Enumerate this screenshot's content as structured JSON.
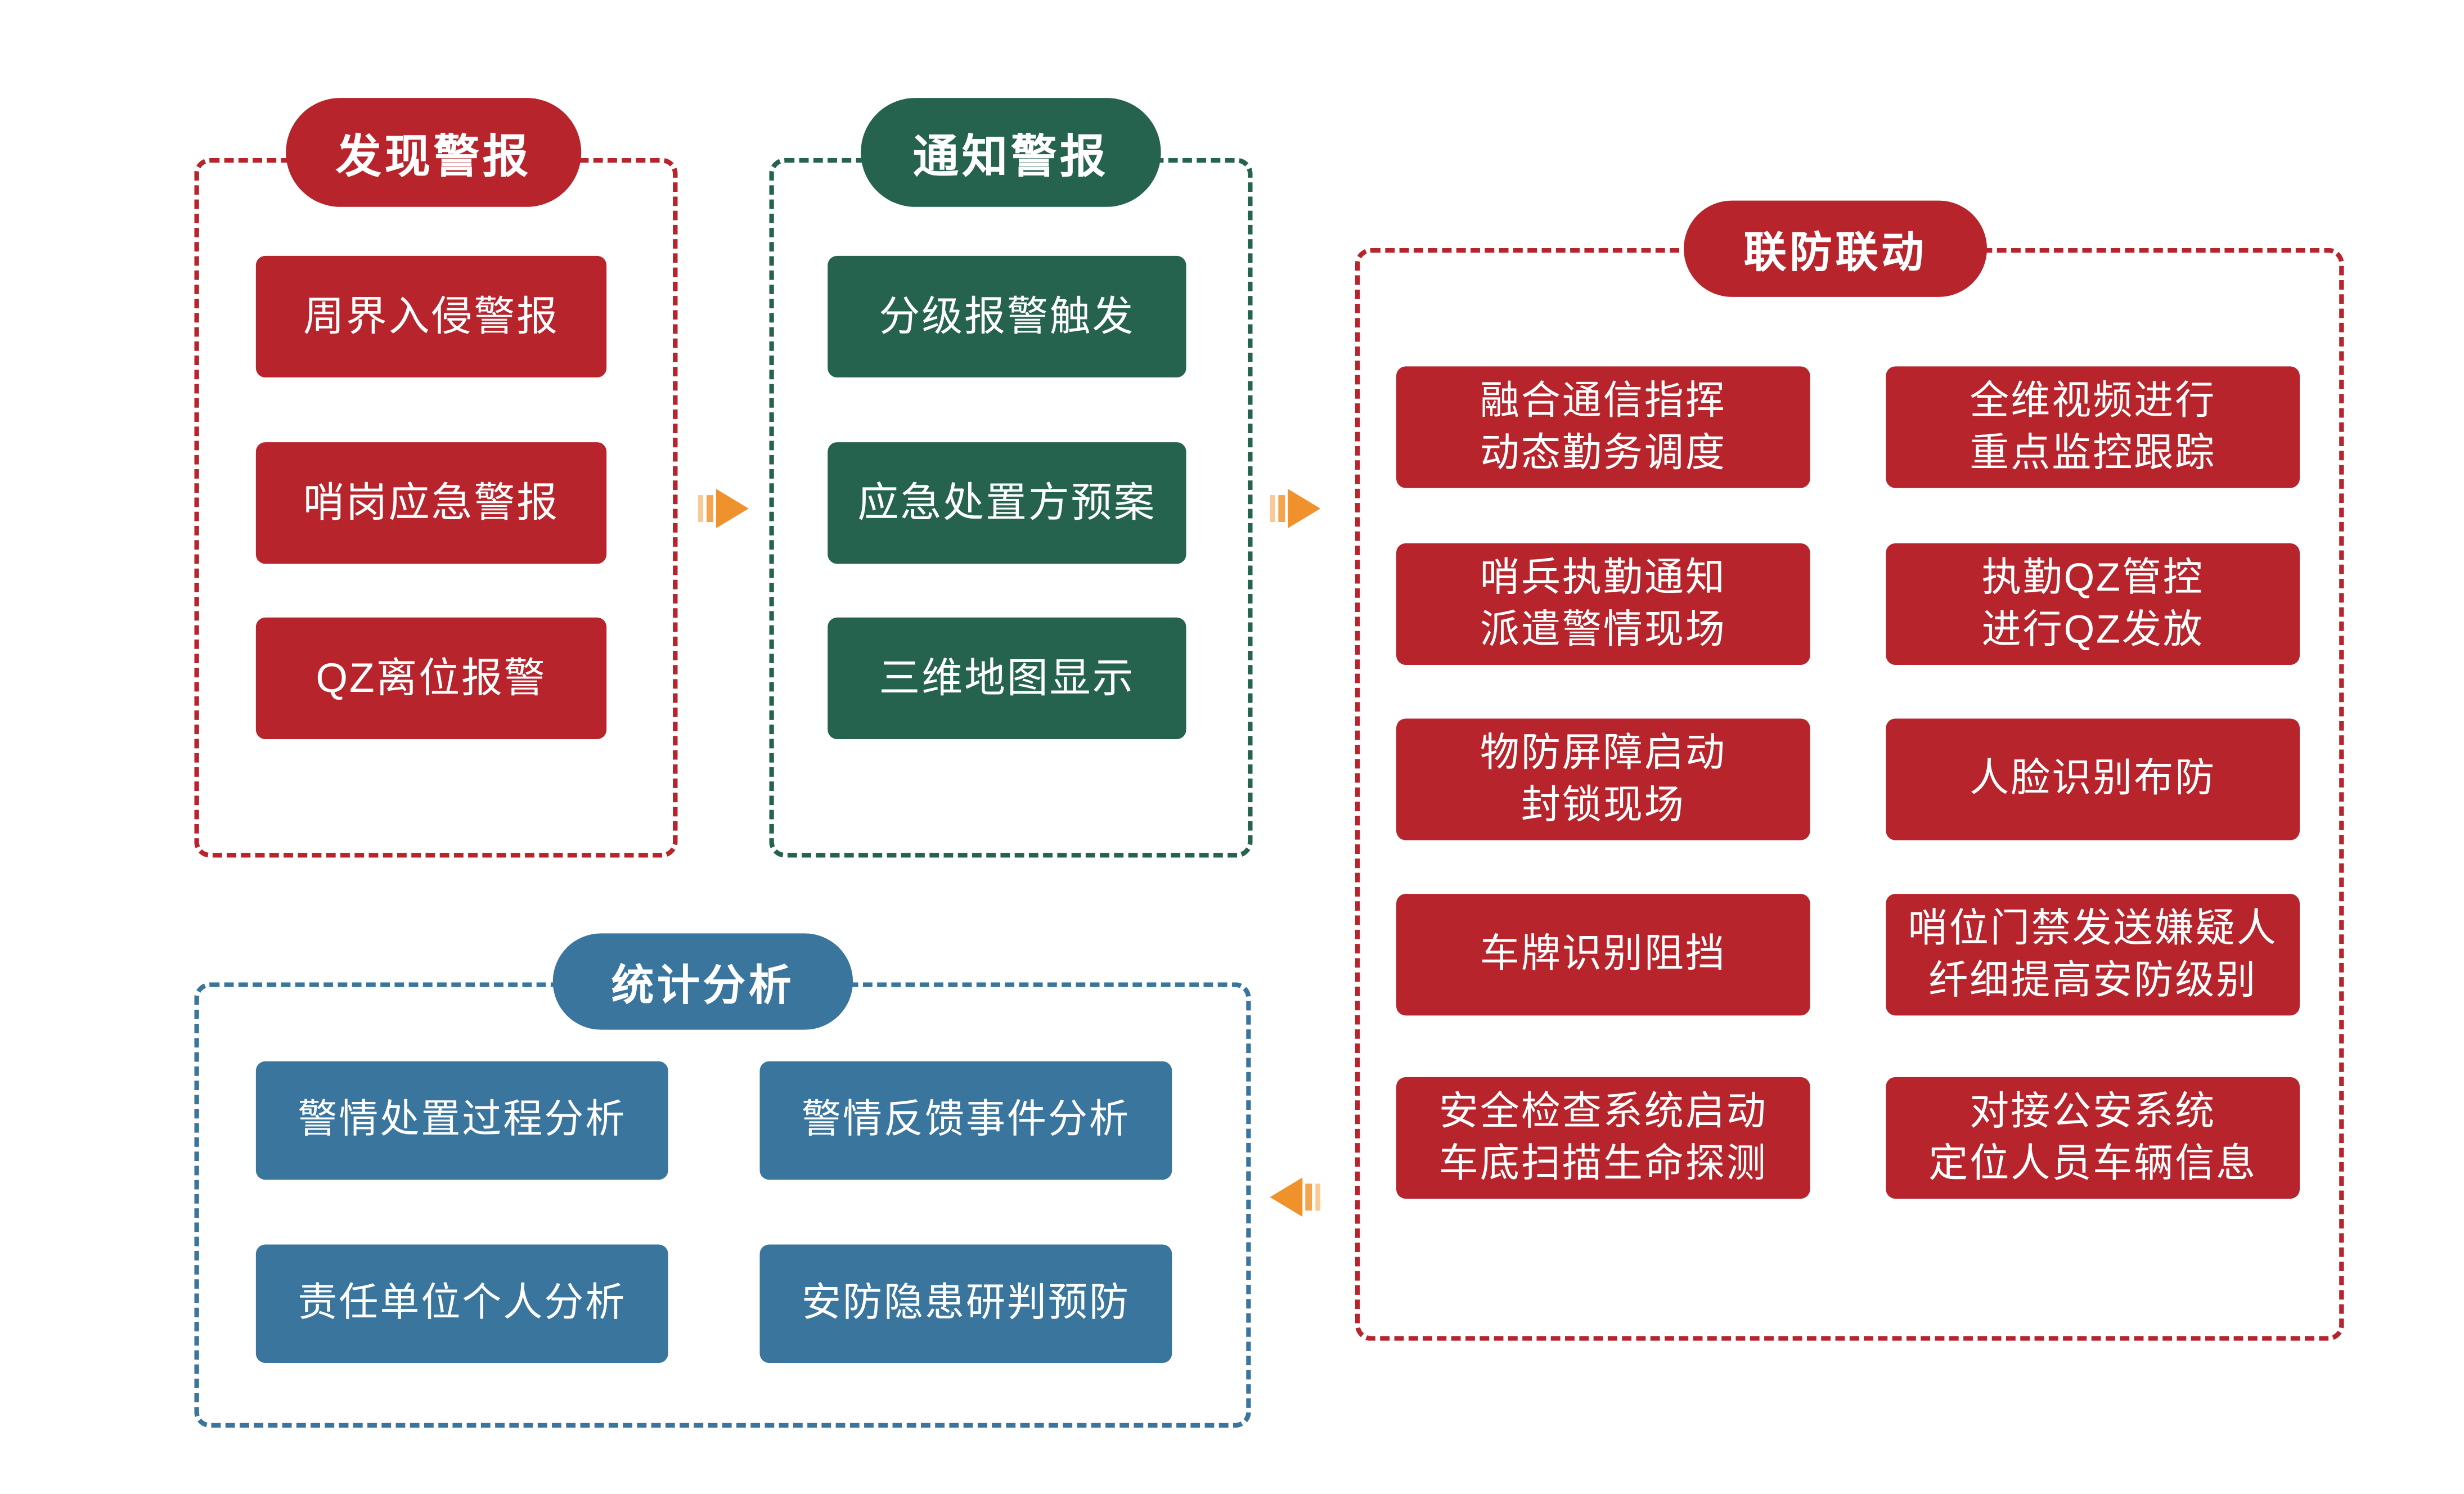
{
  "colors": {
    "red": "#B7242C",
    "green": "#26634F",
    "blue": "#3A759D",
    "orange": "#F0922C",
    "orange_mid": "#F4A44F",
    "orange_light": "#F9C996",
    "background": "#FFFFFF"
  },
  "sections": {
    "discover": {
      "title": "发现警报",
      "items": [
        "周界入侵警报",
        "哨岗应急警报",
        "QZ离位报警"
      ]
    },
    "notify": {
      "title": "通知警报",
      "items": [
        "分级报警触发",
        "应急处置方预案",
        "三维地图显示"
      ]
    },
    "joint": {
      "title": "联防联动",
      "left_items": [
        "融合通信指挥\n动态勤务调度",
        "哨兵执勤通知\n派遣警情现场",
        "物防屏障启动\n封锁现场",
        "车牌识别阻挡",
        "安全检查系统启动\n车底扫描生命探测"
      ],
      "right_items": [
        "全维视频进行\n重点监控跟踪",
        "执勤QZ管控\n进行QZ发放",
        "人脸识别布防",
        "哨位门禁发送嫌疑人\n纤细提高安防级别",
        "对接公安系统\n定位人员车辆信息"
      ]
    },
    "stats": {
      "title": "统计分析",
      "items": [
        "警情处置过程分析",
        "警情反馈事件分析",
        "责任单位个人分析",
        "安防隐患研判预防"
      ]
    }
  },
  "arrows": [
    {
      "id": "flow-arrow-1",
      "direction": "right"
    },
    {
      "id": "flow-arrow-2",
      "direction": "right"
    },
    {
      "id": "flow-arrow-3",
      "direction": "left"
    }
  ]
}
